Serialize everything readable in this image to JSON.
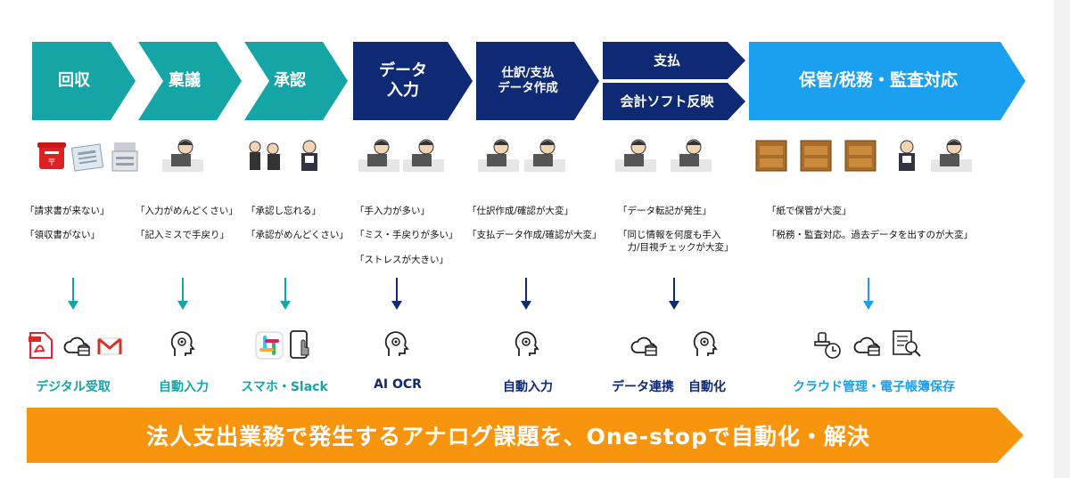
{
  "steps": [
    {
      "label": "回収",
      "color": "#16a5a6"
    },
    {
      "label": "稟議",
      "color": "#16a5a6"
    },
    {
      "label": "承認",
      "color": "#16a5a6"
    },
    {
      "label": "データ\n入力",
      "color": "#0e2a75"
    },
    {
      "label": "仕訳/支払\nデータ作成",
      "color": "#0e2a75"
    },
    {
      "label": "支払",
      "color": "#0e2a75"
    },
    {
      "label": "会計ソフト反映",
      "color": "#0e2a75"
    },
    {
      "label": "保管/税務・監査対応",
      "color": "#1aa0ee"
    }
  ],
  "pains": [
    "「請求書が来ない」\n\n「領収書がない」",
    "「入力がめんどくさい」\n\n「記入ミスで手戻り」",
    "「承認し忘れる」\n\n「承認がめんどくさい」",
    "「手入力が多い」\n\n「ミス・手戻りが多い」\n\n「ストレスが大きい」",
    "「仕訳作成/確認が大変」\n\n「支払データ作成/確認が大変」",
    "「データ転記が発生」\n\n「同じ情報を何度も手入\n　力/目視チェックが大変」",
    "「紙で保管が大変」\n\n「税務・監査対応。過去データを出すのが大変」"
  ],
  "solutions": [
    {
      "label": "デジタル受取",
      "color": "#16a5a6"
    },
    {
      "label": "自動入力",
      "color": "#16a5a6"
    },
    {
      "label": "スマホ・Slack",
      "color": "#16a5a6"
    },
    {
      "label": "AI OCR",
      "color": "#0e2a75"
    },
    {
      "label": "自動入力",
      "color": "#0e2a75"
    },
    {
      "label": "データ連携",
      "color": "#0e2a75"
    },
    {
      "label": "自動化",
      "color": "#0e2a75"
    },
    {
      "label": "クラウド管理・電子帳簿保存",
      "color": "#1aa0ee"
    }
  ],
  "banner": {
    "text": "法人支出業務で発生するアナログ課題を、One-stopで自動化・解決",
    "color": "#f7960e"
  },
  "icons": [
    "postbox-icon",
    "newspaper-icon",
    "copier-icon",
    "worker-icon",
    "bowing-people-icon",
    "approver-icon",
    "pdf-icon",
    "cloud-storage-icon",
    "gmail-icon",
    "ai-head-icon",
    "slack-icon",
    "smartphone-icon",
    "filing-cabinet-icon",
    "stamp-clock-icon",
    "document-search-icon"
  ]
}
